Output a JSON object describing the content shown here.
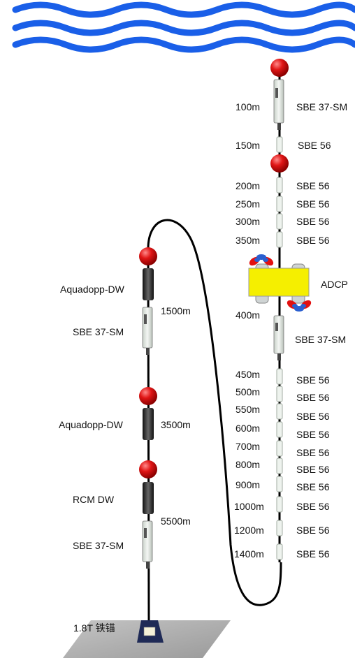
{
  "colors": {
    "wave": "#1a5fe8",
    "float": "#d10f0f",
    "adcp_body": "#f5ef00",
    "cable": "#000000",
    "seabed": "#a8a8a8"
  },
  "left_mooring": {
    "instruments": [
      {
        "name": "Aquadopp-DW",
        "depth": "1500m"
      },
      {
        "name": "SBE 37-SM",
        "depth": ""
      },
      {
        "name": "Aquadopp-DW",
        "depth": "3500m"
      },
      {
        "name": "RCM DW",
        "depth": "5500m"
      },
      {
        "name": "SBE 37-SM",
        "depth": ""
      }
    ],
    "anchor": "1.8T 铁锚"
  },
  "right_mooring": {
    "instruments": [
      {
        "depth": "100m",
        "name": "SBE 37-SM"
      },
      {
        "depth": "150m",
        "name": "SBE 56"
      },
      {
        "depth": "200m",
        "name": "SBE 56"
      },
      {
        "depth": "250m",
        "name": "SBE 56"
      },
      {
        "depth": "300m",
        "name": "SBE 56"
      },
      {
        "depth": "350m",
        "name": "SBE 56"
      },
      {
        "depth": "",
        "name": "ADCP"
      },
      {
        "depth": "400m",
        "name": "SBE 37-SM"
      },
      {
        "depth": "450m",
        "name": "SBE 56"
      },
      {
        "depth": "500m",
        "name": "SBE 56"
      },
      {
        "depth": "550m",
        "name": "SBE 56"
      },
      {
        "depth": "600m",
        "name": "SBE 56"
      },
      {
        "depth": "700m",
        "name": "SBE 56"
      },
      {
        "depth": "800m",
        "name": "SBE 56"
      },
      {
        "depth": "900m",
        "name": "SBE 56"
      },
      {
        "depth": "1000m",
        "name": "SBE 56"
      },
      {
        "depth": "1200m",
        "name": "SBE 56"
      },
      {
        "depth": "1400m",
        "name": "SBE 56"
      }
    ]
  }
}
